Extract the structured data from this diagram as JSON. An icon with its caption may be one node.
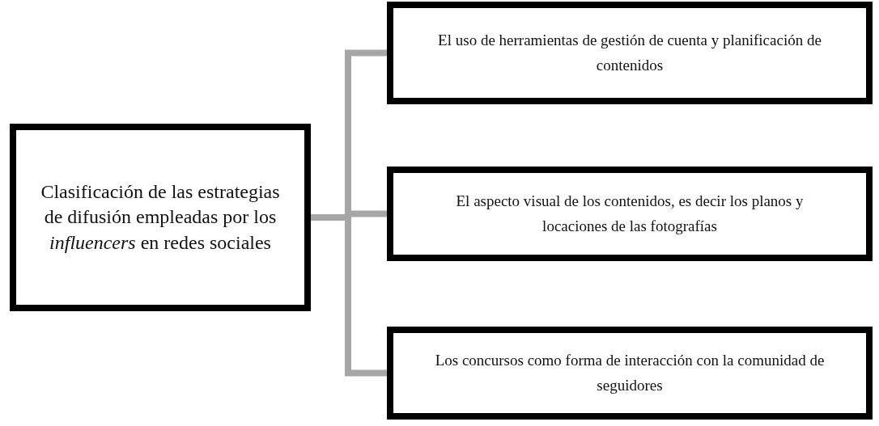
{
  "diagram": {
    "nodes": [
      {
        "text": [
          "Clasificación de las estrategias de difusión empleadas por los *influencers* en redes sociales"
        ]
      },
      {
        "text": [
          "El uso de herramientas de gestión de cuenta y planificación de contenidos"
        ]
      },
      {
        "text": [
          "El aspecto visual de los contenidos, es decir los planos y locaciones de las fotografías"
        ]
      },
      {
        "text": [
          "Los concursos como forma de interacción con la comunidad de seguidores"
        ]
      }
    ],
    "edges": [
      {
        "from": 0,
        "to": 1,
        "arrow": "none"
      },
      {
        "from": 0,
        "to": 2,
        "arrow": "none"
      },
      {
        "from": 0,
        "to": 3,
        "arrow": "none"
      }
    ]
  }
}
